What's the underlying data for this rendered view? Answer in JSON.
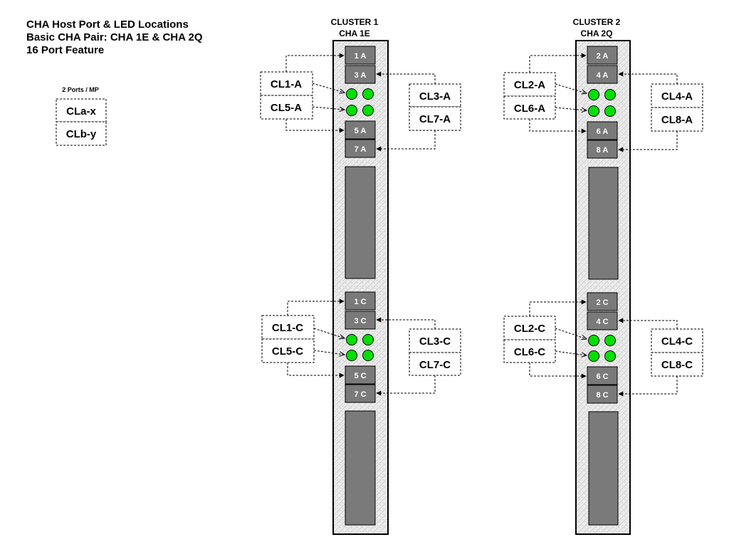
{
  "title": {
    "line1": "CHA Host Port & LED Locations",
    "line2": "Basic CHA Pair: CHA 1E & CHA 2Q",
    "line3": "16 Port Feature"
  },
  "legend": {
    "heading": "2 Ports / MP",
    "row1": "CLa-x",
    "row2": "CLb-y"
  },
  "clusters": [
    {
      "cluster_label": "CLUSTER 1",
      "cha_label": "CHA 1E",
      "groups": [
        {
          "ports": [
            "1 A",
            "3 A",
            "5 A",
            "7 A"
          ],
          "left_labels": [
            "CL1-A",
            "CL5-A"
          ],
          "right_labels": [
            "CL3-A",
            "CL7-A"
          ]
        },
        {
          "ports": [
            "1 C",
            "3 C",
            "5 C",
            "7 C"
          ],
          "left_labels": [
            "CL1-C",
            "CL5-C"
          ],
          "right_labels": [
            "CL3-C",
            "CL7-C"
          ]
        }
      ]
    },
    {
      "cluster_label": "CLUSTER 2",
      "cha_label": "CHA 2Q",
      "groups": [
        {
          "ports": [
            "2 A",
            "4 A",
            "6 A",
            "8 A"
          ],
          "left_labels": [
            "CL2-A",
            "CL6-A"
          ],
          "right_labels": [
            "CL4-A",
            "CL8-A"
          ]
        },
        {
          "ports": [
            "2 C",
            "4 C",
            "6 C",
            "8 C"
          ],
          "left_labels": [
            "CL2-C",
            "CL6-C"
          ],
          "right_labels": [
            "CL4-C",
            "CL8-C"
          ]
        }
      ]
    }
  ],
  "colors": {
    "led": "#00e000",
    "port": "#7a7a7a"
  }
}
